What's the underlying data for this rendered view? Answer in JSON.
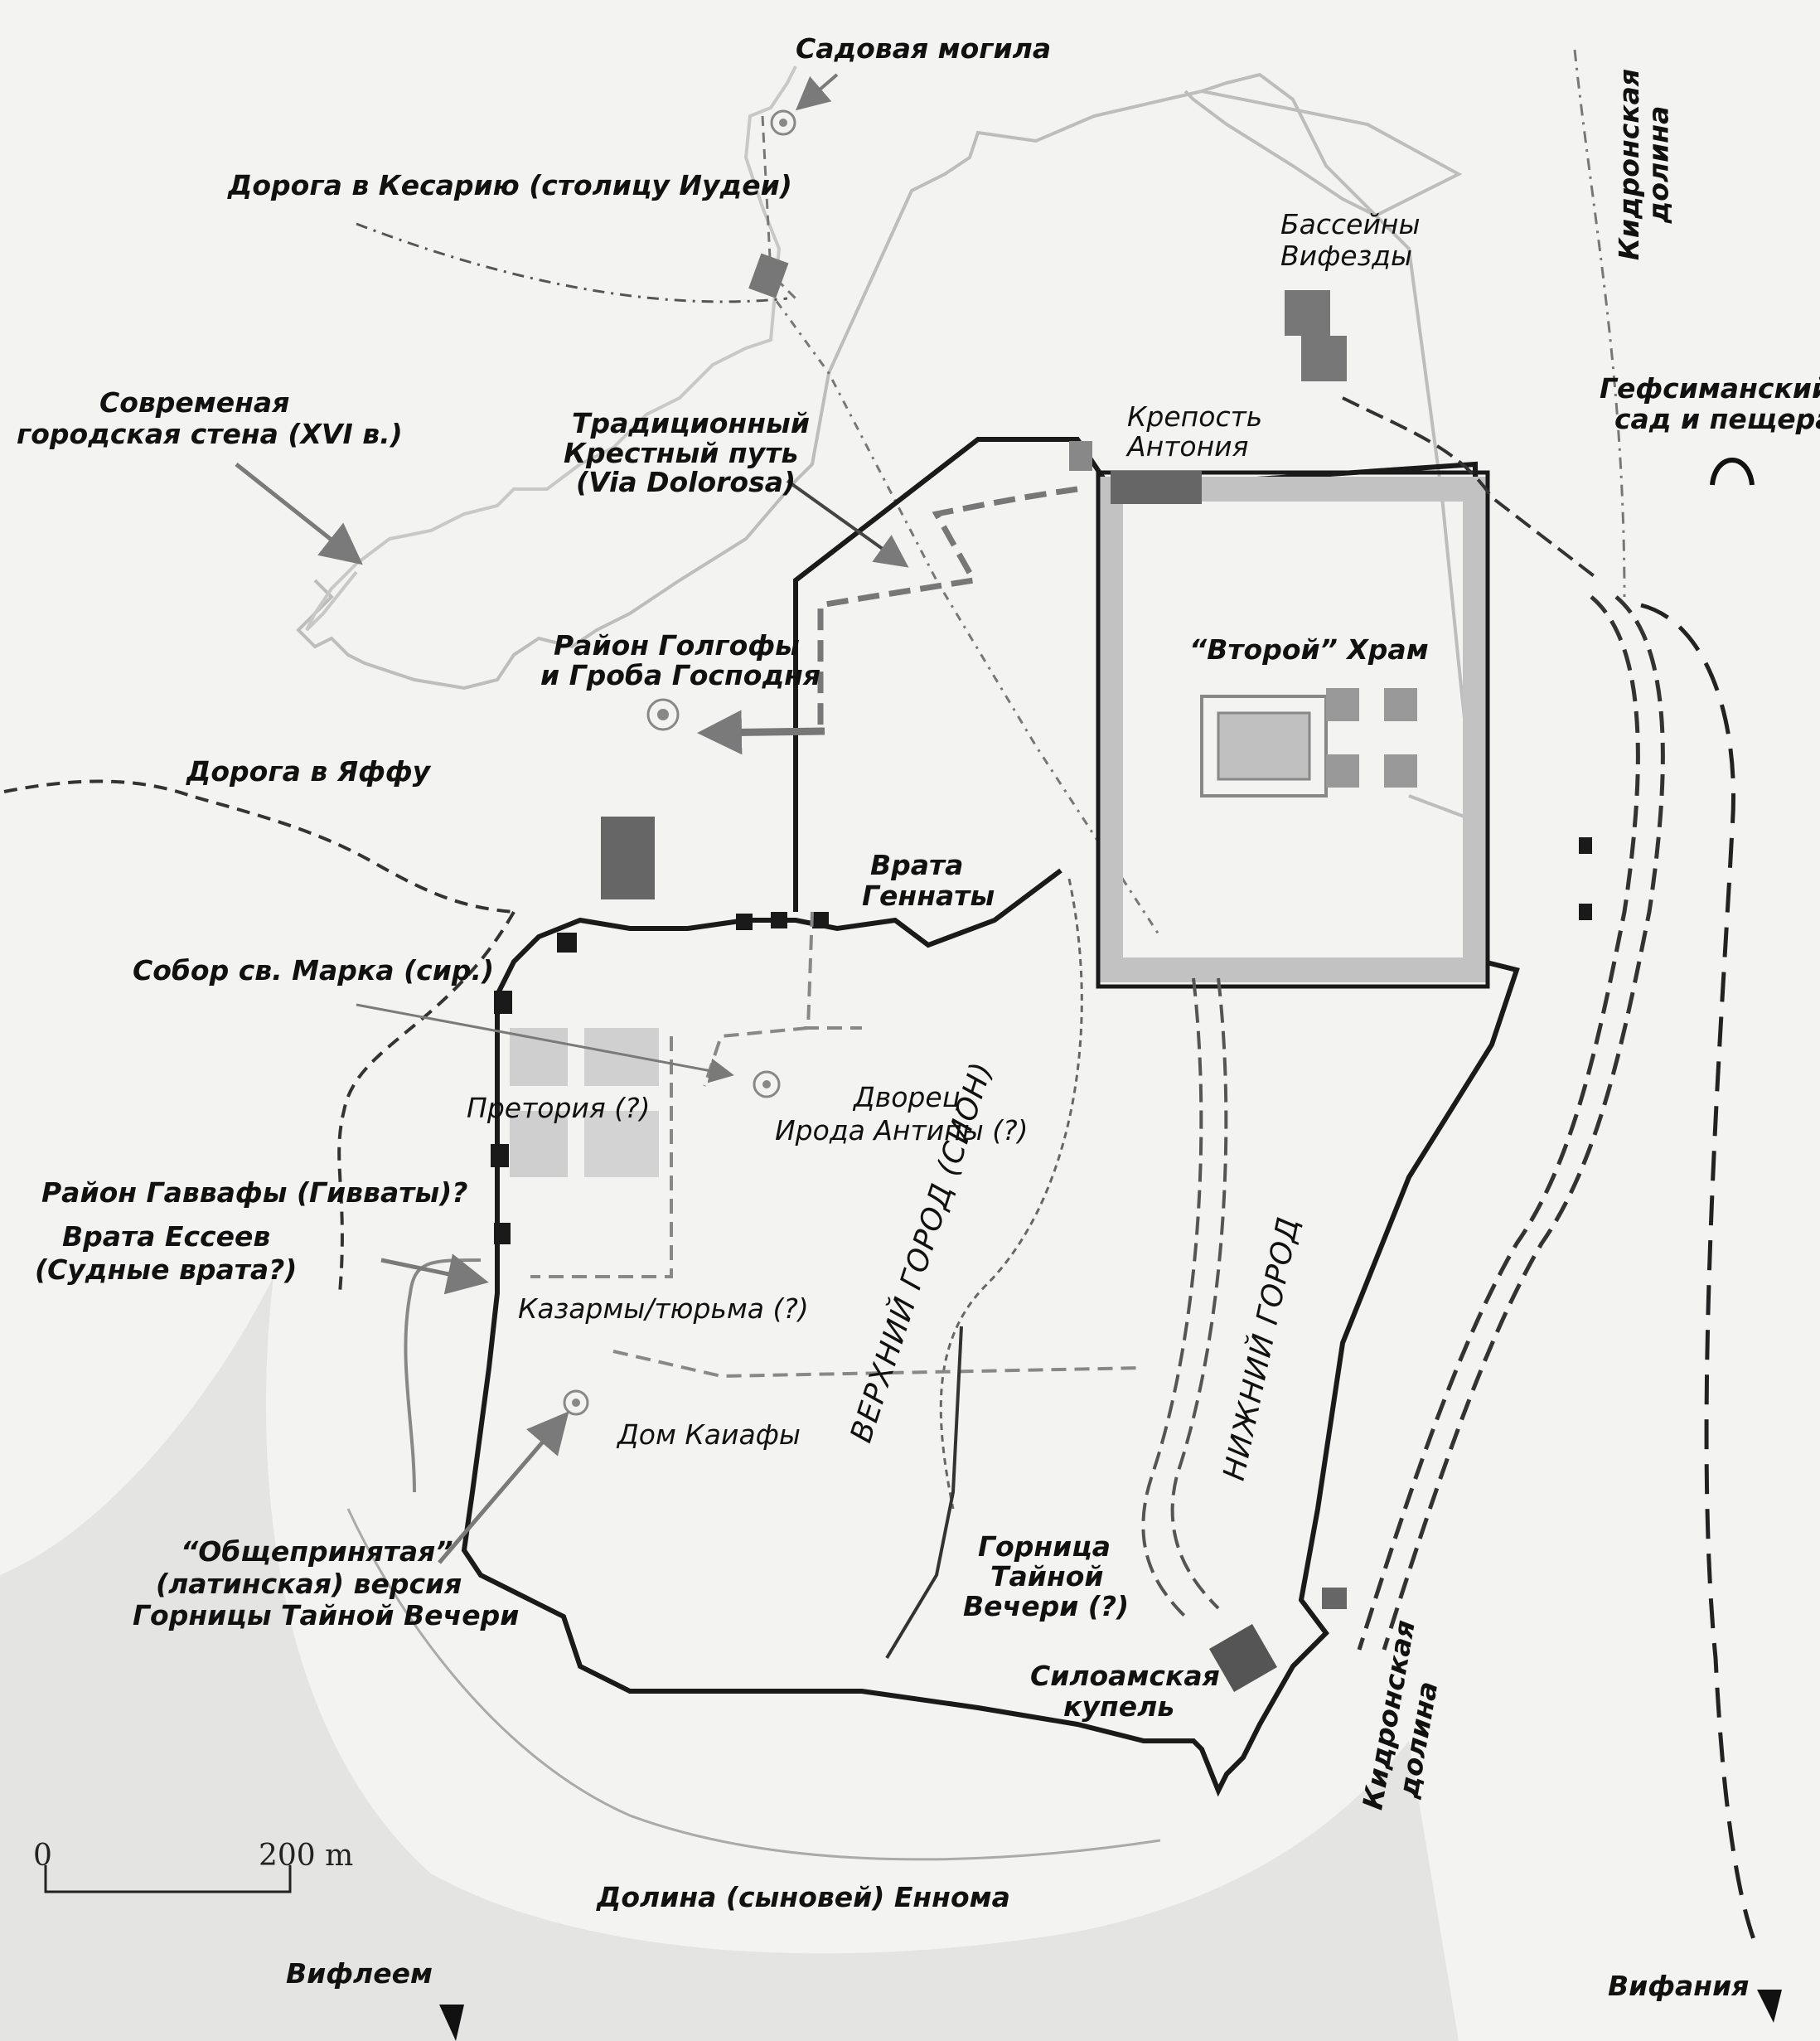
{
  "labels": {
    "garden_tomb": "Садовая могила",
    "caesarea_road": "Дорога в Кесарию (столицу Иудеи)",
    "bethesda_1": "Бассейны",
    "bethesda_2": "Вифезды",
    "kidron_top_1": "Кидронская",
    "kidron_top_2": "долина",
    "modern_wall_1": "Современая",
    "modern_wall_2": "городская стена (XVI в.)",
    "via_1": "Традиционный",
    "via_2": "Крестный путь",
    "via_3": "(Via Dolorosa)",
    "antonia_1": "Крепость",
    "antonia_2": "Антония",
    "gethsemane_1": "Гефсиманский",
    "gethsemane_2": "сад и пещера",
    "golgotha_1": "Район Голгофы",
    "golgotha_2": "и Гроба Господня",
    "temple": "“Второй” Храм",
    "jaffa_road": "Дорога в Яффу",
    "gennath_1": "Врата",
    "gennath_2": "Геннаты",
    "st_mark": "Собор св. Марка (сир.)",
    "praetorium": "Претория (?)",
    "antipas_palace_1": "Дворец",
    "antipas_palace_2": "Ирода Антипы (?)",
    "gabbatha": "Район Гаввафы (Гивваты)?",
    "essenes_1": "Врата Ессеев",
    "essenes_2": "(Судные врата?)",
    "barracks": "Казармы/тюрьма (?)",
    "upper_city": "ВЕРХНИЙ ГОРОД (СИОН)",
    "lower_city": "НИЖНИЙ ГОРОД",
    "caiaphas": "Дом Каиафы",
    "latin_1": "“Общепринятая”",
    "latin_2": "(латинская) версия",
    "latin_3": "Горницы Тайной Вечери",
    "upper_room_1": "Горница",
    "upper_room_2": "Тайной",
    "upper_room_3": "Вечери (?)",
    "siloam_1": "Силоамская",
    "siloam_2": "купель",
    "kidron_bottom_1": "Кидронская",
    "kidron_bottom_2": "долина",
    "hinnom": "Долина (сыновей) Еннома",
    "bethlehem": "Вифлеем",
    "bethany": "Вифания"
  },
  "scale": {
    "zero": "0",
    "max": "200 m"
  },
  "colors": {
    "wall": "#1a1a1a",
    "gray_road": "#9a9a9a",
    "pointer": "#7a7a7a",
    "temple_fill": "#c2c2c2",
    "block_dark": "#5a5a5a",
    "block_light": "#c8c8c8",
    "background": "#f3f3f1"
  }
}
